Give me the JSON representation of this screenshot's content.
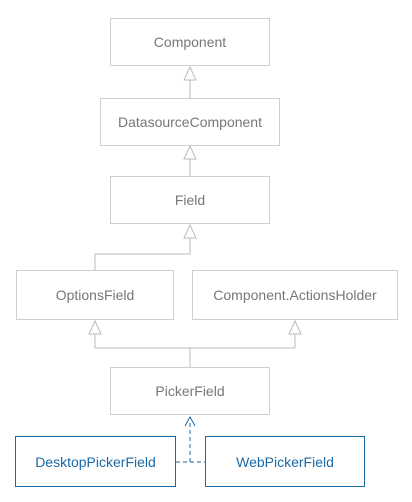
{
  "nodes": {
    "component": "Component",
    "datasource_component": "DatasourceComponent",
    "field": "Field",
    "options_field": "OptionsField",
    "actions_holder": "Component.ActionsHolder",
    "picker_field": "PickerField",
    "desktop_picker_field": "DesktopPickerField",
    "web_picker_field": "WebPickerField"
  },
  "colors": {
    "base_border": "#cfcfcf",
    "base_text": "#777777",
    "impl_border": "#1a6aa6",
    "impl_text": "#1a6aa6",
    "inheritance_line": "#bbbbbb",
    "implementation_line": "#1a6aa6"
  }
}
